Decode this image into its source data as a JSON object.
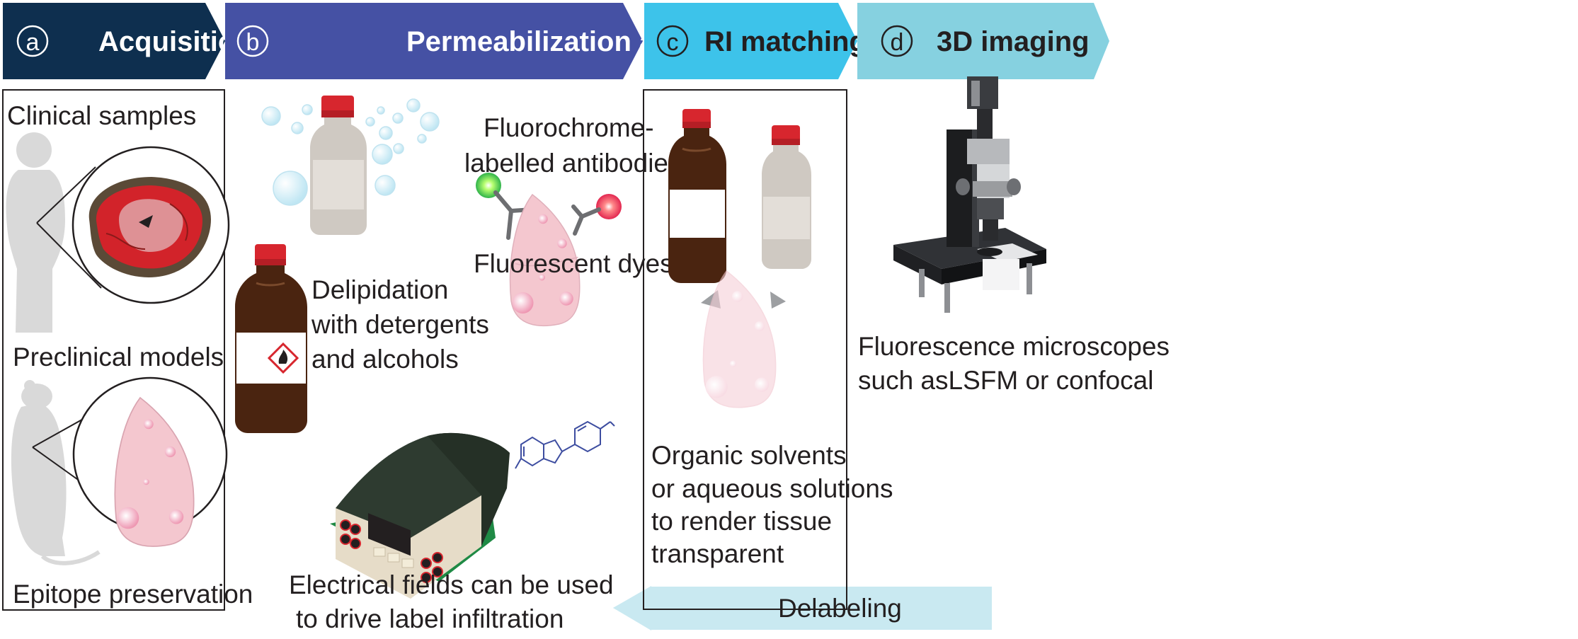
{
  "colors": {
    "step_a": "#0e2f4f",
    "step_b": "#4551a4",
    "step_c": "#3dc3ea",
    "step_d": "#86d1e0",
    "delabel_arrow": "#c9e9f1",
    "bottle_brown": "#4a2410",
    "bottle_cap": "#d7262e",
    "tissue_pink": "#f4c7cf"
  },
  "steps": {
    "a": {
      "letter": "a",
      "title": "Acquisition"
    },
    "b": {
      "letter": "b",
      "title": "Permeabilization and labelling"
    },
    "c": {
      "letter": "c",
      "title": "RI matching"
    },
    "d": {
      "letter": "d",
      "title": "3D imaging"
    }
  },
  "panel_a": {
    "clinical": "Clinical samples",
    "preclinical": "Preclinical models",
    "epitope": "Epitope preservation"
  },
  "panel_b": {
    "delipidation": [
      "Delipidation",
      "with detergents",
      "and alcohols"
    ],
    "antibodies": [
      "Fluorochrome-",
      "labelled antibodies"
    ],
    "dyes": "Fluorescent dyes",
    "electrical": [
      "Electrical fields can be used",
      "to drive label infiltration"
    ]
  },
  "panel_c": {
    "solvents": [
      "Organic solvents",
      "or aqueous solutions",
      "to render tissue",
      "transparent"
    ]
  },
  "panel_d": {
    "microscopes": [
      "Fluorescence microscopes",
      "such asLSFM or confocal"
    ]
  },
  "delabeling": "Delabeling",
  "icons": [
    "human-silhouette-icon",
    "mouse-silhouette-icon",
    "tumor-section-icon",
    "lung-lobe-icon",
    "reagent-bottle-icon",
    "flammable-hazard-icon",
    "antibody-icon",
    "electrophoresis-device-icon",
    "chemical-structure-icon",
    "microscope-icon"
  ]
}
